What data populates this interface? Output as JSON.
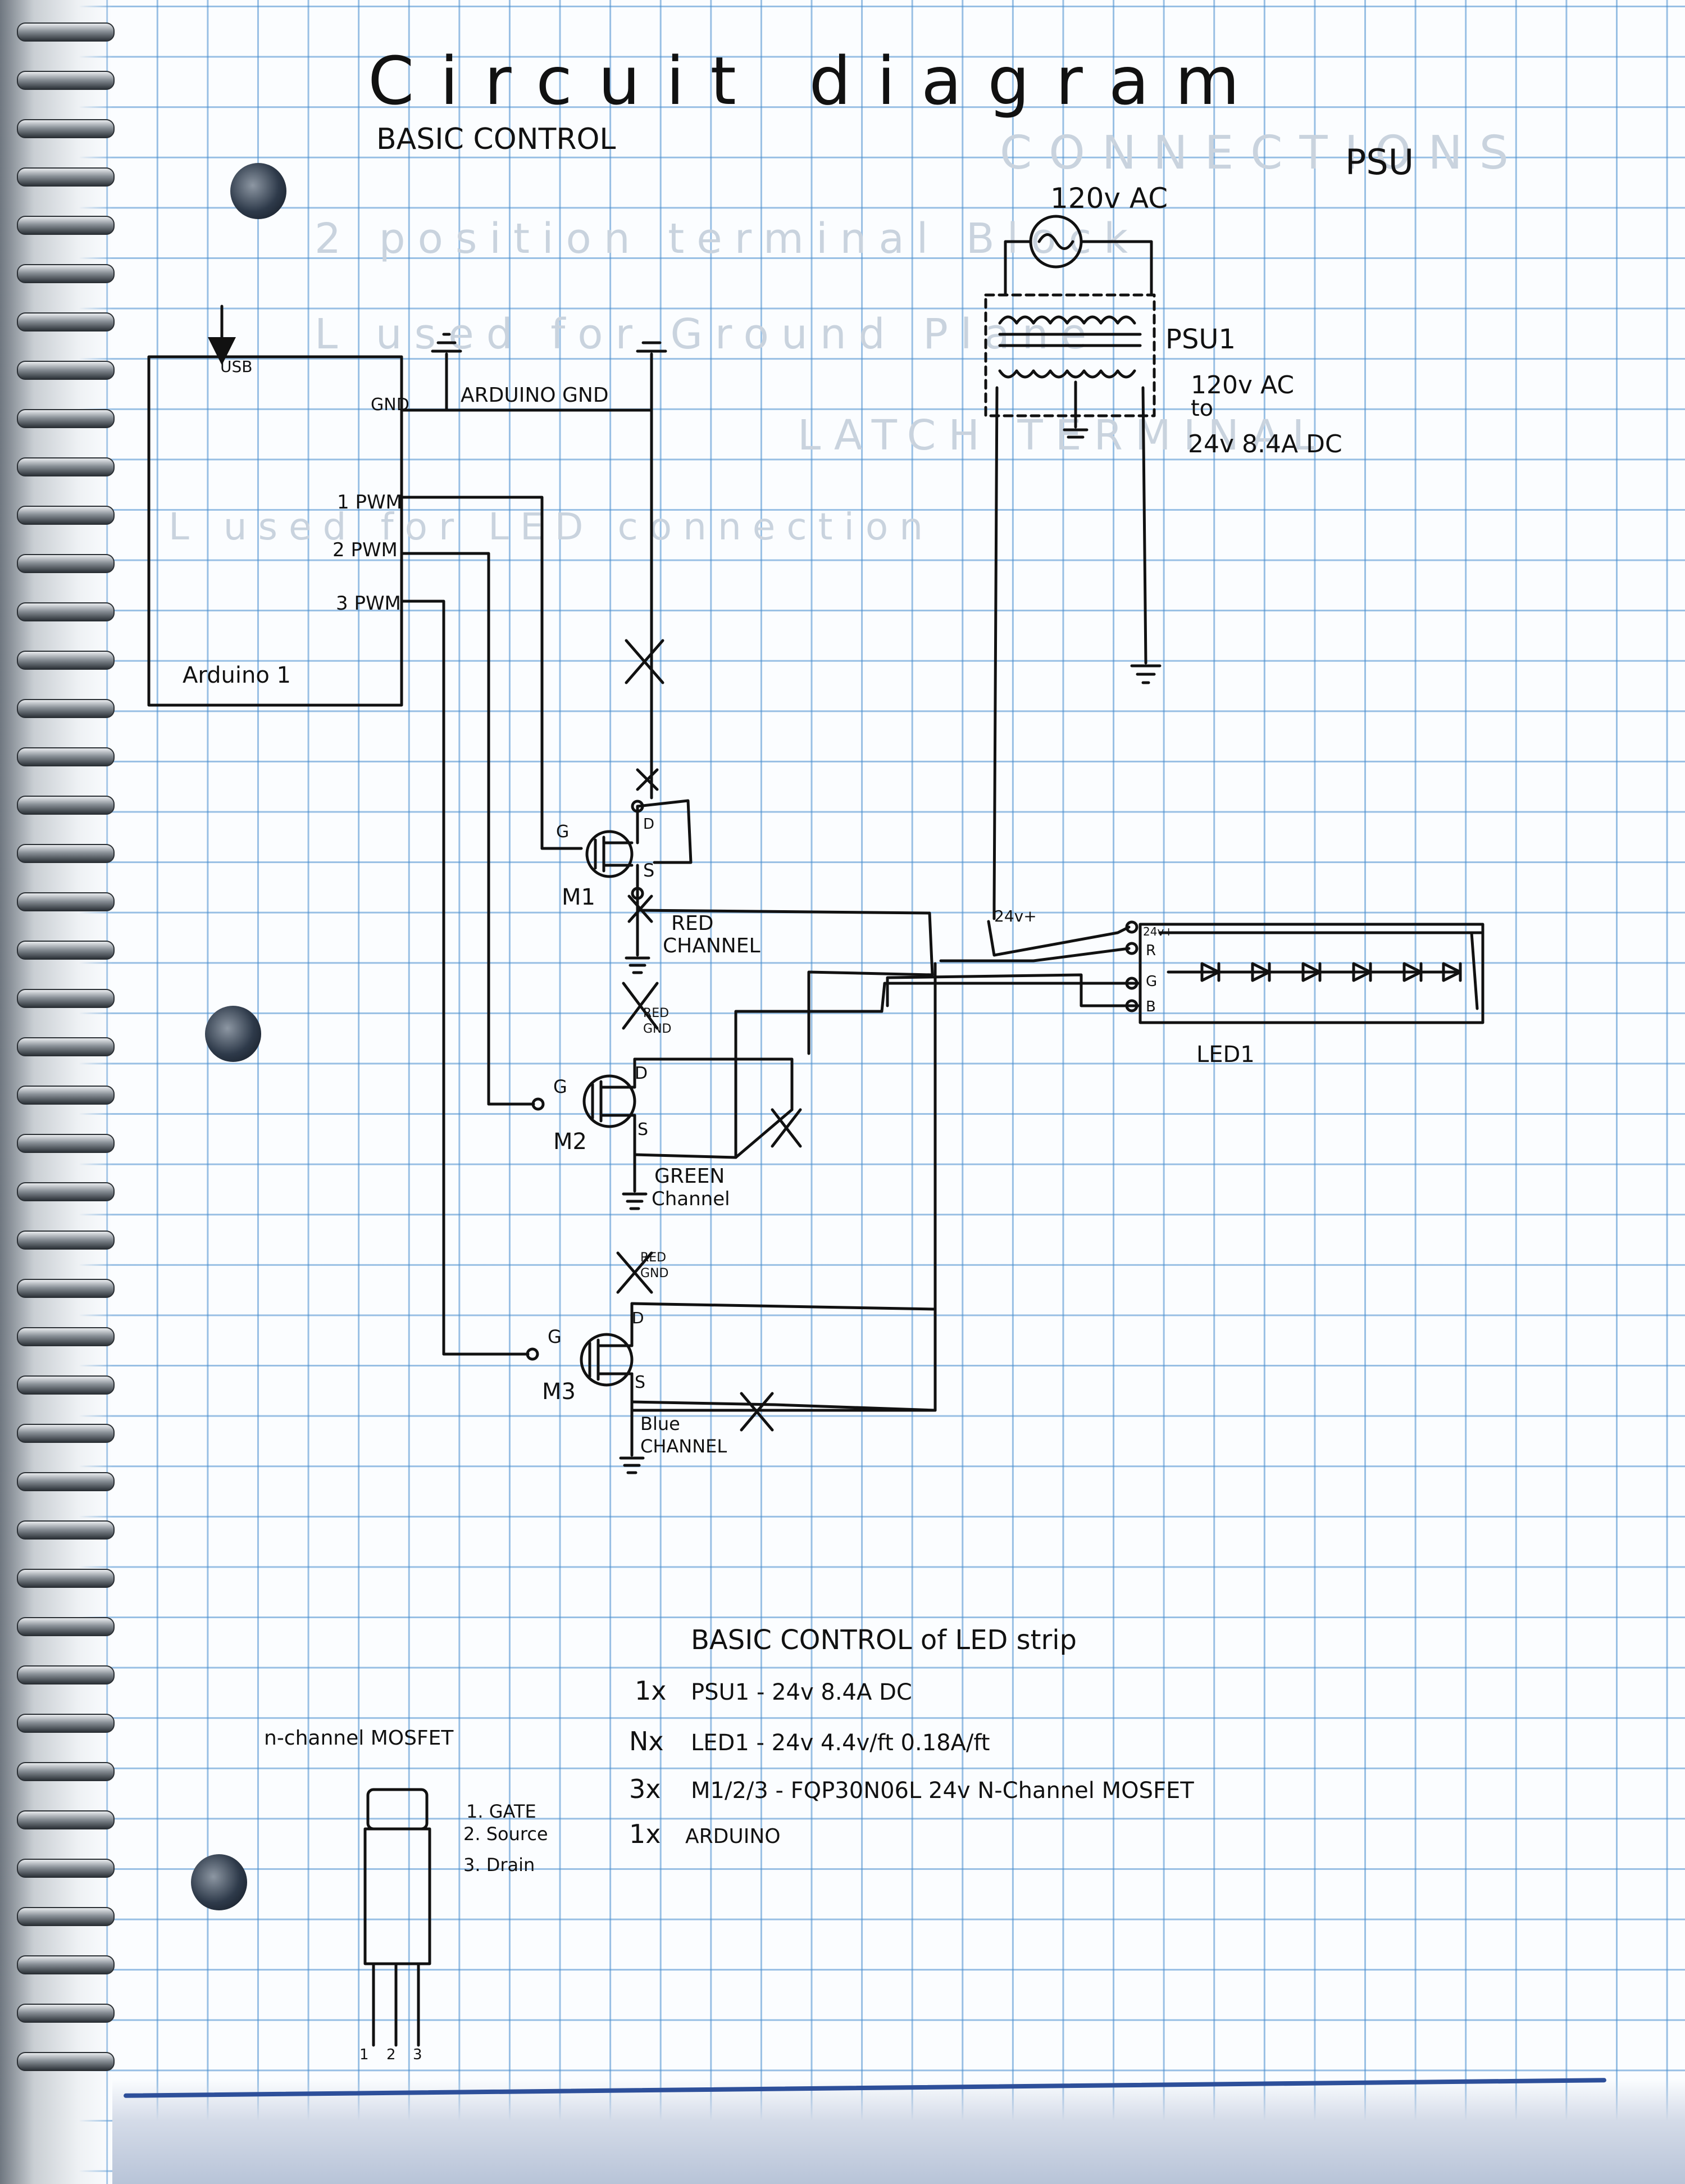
{
  "title": "Circuit diagram",
  "subtitle": "BASIC CONTROL",
  "psu_heading": "PSU",
  "ac_source_label": "120v AC",
  "psu_label": "PSU1",
  "psu_spec_line1": "120v AC",
  "psu_spec_line2": "to",
  "psu_spec_line3": "24v 8.4A DC",
  "arduino": {
    "name": "Arduino 1",
    "usb_label": "USB",
    "gnd_pin_label": "GND",
    "pwm1_label": "1 PWM",
    "pwm2_label": "2 PWM",
    "pwm3_label": "3 PWM",
    "gnd_net_label": "ARDUINO GND"
  },
  "mosfets": [
    {
      "name": "M1",
      "gate": "G",
      "drain": "D",
      "source": "S",
      "channel_line1": "RED",
      "channel_line2": "CHANNEL"
    },
    {
      "name": "M2",
      "gate": "G",
      "drain": "D",
      "source": "S",
      "channel_line1": "GREEN",
      "channel_line2": "Channel"
    },
    {
      "name": "M3",
      "gate": "G",
      "drain": "D",
      "source": "S",
      "channel_line1": "Blue",
      "channel_line2": "CHANNEL"
    }
  ],
  "gnd_notes": [
    "RED",
    "GND",
    "RED",
    "GND"
  ],
  "led": {
    "name": "LED1",
    "supply_label": "24v+",
    "pins": [
      "24v+",
      "R",
      "G",
      "B"
    ]
  },
  "ghost_text": [
    "CONNECTIONS",
    "2 position terminal Block",
    "L used for Ground Plane",
    "LATCH TERMINAL",
    "L used for LED connection"
  ],
  "bom": {
    "heading": "BASIC CONTROL of LED strip",
    "items": [
      {
        "qty": "1x",
        "text": "PSU1 - 24v 8.4A DC"
      },
      {
        "qty": "Nx",
        "text": "LED1 - 24v 4.4v/ft 0.18A/ft"
      },
      {
        "qty": "3x",
        "text": "M1/2/3 - FQP30N06L 24v N-Channel MOSFET"
      },
      {
        "qty": "1x",
        "text": "ARDUINO"
      }
    ]
  },
  "pinout": {
    "heading": "n-channel MOSFET",
    "pins": [
      "1. GATE",
      "2. Source",
      "3. Drain"
    ],
    "numbers": [
      "1",
      "2",
      "3"
    ]
  }
}
